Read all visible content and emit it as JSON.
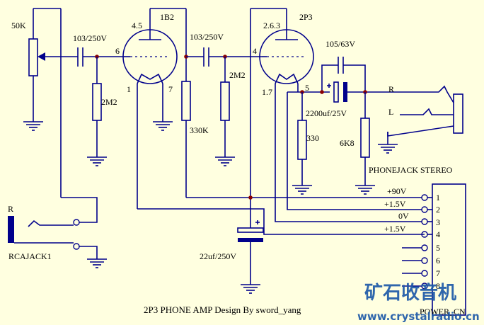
{
  "title": "2P3 PHONE AMP   Design By sword_yang",
  "watermark": {
    "cn": "矿石收音机",
    "url": "www.crystalradio.cn"
  },
  "components": {
    "pot": "50K",
    "c1": "103/250V",
    "c2": "103/250V",
    "c3": "105/63V",
    "c4": "2200uf/25V",
    "c5": "22uf/250V",
    "r1": "2M2",
    "r2": "2M2",
    "r3": "330K",
    "r4": "330",
    "r5": "6K8",
    "v1": "1B2",
    "v2": "2P3"
  },
  "pins": {
    "v1_filament": "4.5",
    "v1_grid": "6",
    "v1_f1": "1",
    "v1_f2": "7",
    "v2_filament": "2.6.3",
    "v2_grid": "4",
    "v2_f1": "1.7",
    "v2_f2": "5"
  },
  "phonejack": {
    "name": "PHONEJACK STEREO",
    "right": "R",
    "left": "L"
  },
  "rcajack": {
    "name": "RCAJACK1",
    "right": "R"
  },
  "power": {
    "name": "POWER_CN",
    "rails": [
      "+90V",
      "+1.5V",
      "0V",
      "+1.5V"
    ],
    "pins": [
      "1",
      "2",
      "3",
      "4",
      "5",
      "6",
      "7",
      "8"
    ]
  }
}
